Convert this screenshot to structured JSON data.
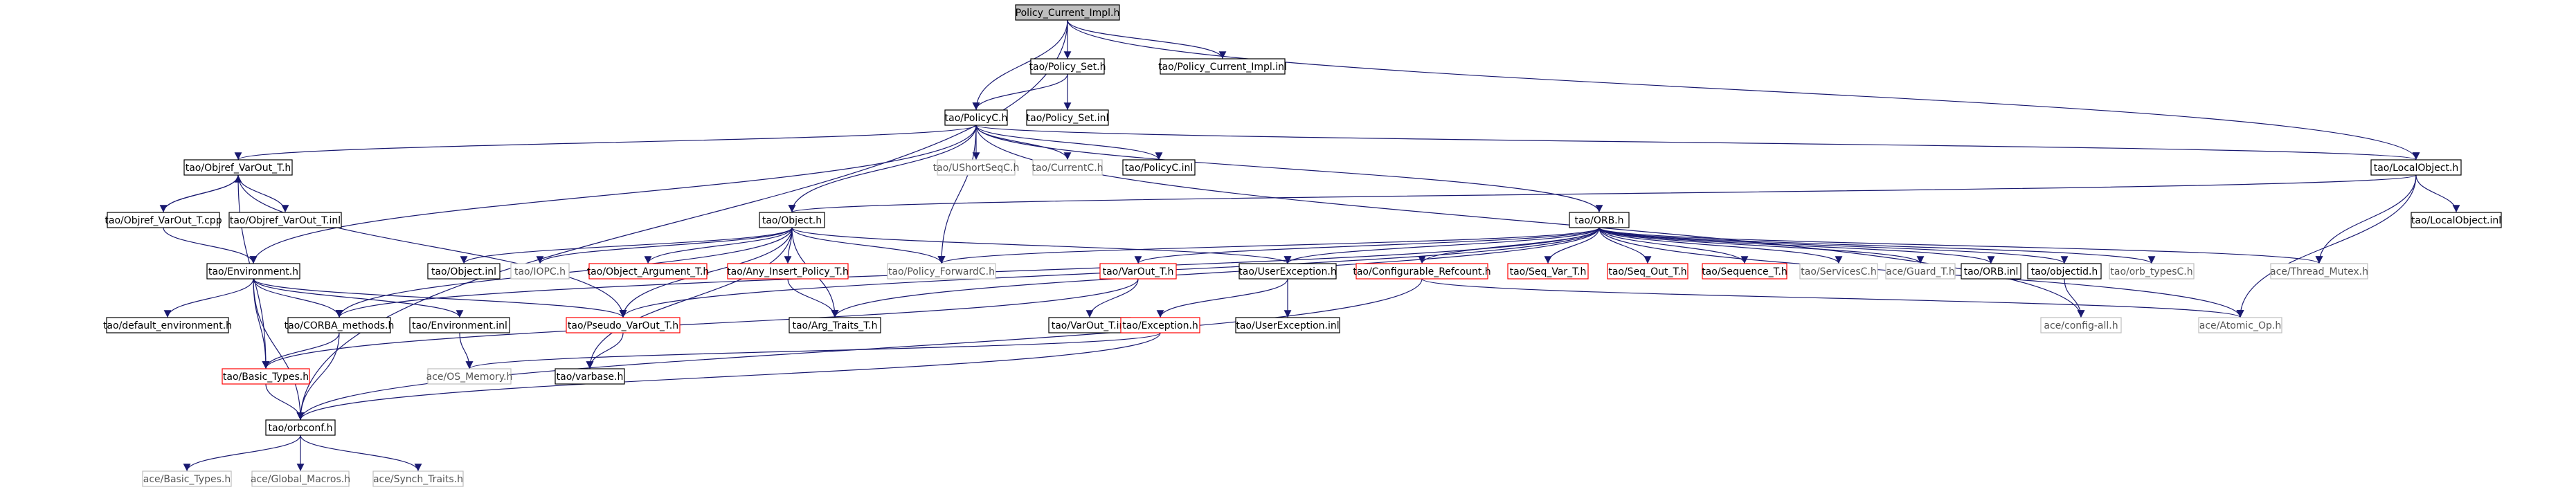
{
  "diagram": {
    "title": "",
    "colors": {
      "edge": "#191970",
      "edge_light": "#9a9ab0",
      "node_border": "#000000",
      "node_missing_border": "#bfbfbf",
      "node_red_border": "#ff0000",
      "root_fill": "#bfbfbf",
      "node_fill": "#ffffff",
      "text": "#000000",
      "text_muted": "#555555"
    },
    "nodes": [
      {
        "id": "policy_current_impl_h",
        "label": "Policy_Current_Impl.h",
        "style": "root"
      },
      {
        "id": "tao_policy_set_h",
        "label": "tao/Policy_Set.h",
        "style": "normal"
      },
      {
        "id": "tao_policy_current_impl_inl",
        "label": "tao/Policy_Current_Impl.inl",
        "style": "normal"
      },
      {
        "id": "tao_policyc_h",
        "label": "tao/PolicyC.h",
        "style": "normal"
      },
      {
        "id": "tao_policy_set_inl",
        "label": "tao/Policy_Set.inl",
        "style": "normal"
      },
      {
        "id": "tao_objref_varout_t_h",
        "label": "tao/Objref_VarOut_T.h",
        "style": "normal"
      },
      {
        "id": "tao_ushortseqc_h",
        "label": "tao/UShortSeqC.h",
        "style": "missing"
      },
      {
        "id": "tao_currentc_h",
        "label": "tao/CurrentC.h",
        "style": "missing"
      },
      {
        "id": "tao_policyc_inl",
        "label": "tao/PolicyC.inl",
        "style": "normal"
      },
      {
        "id": "tao_localobject_h",
        "label": "tao/LocalObject.h",
        "style": "normal"
      },
      {
        "id": "tao_objref_varout_t_cpp",
        "label": "tao/Objref_VarOut_T.cpp",
        "style": "normal"
      },
      {
        "id": "tao_objref_varout_t_inl",
        "label": "tao/Objref_VarOut_T.inl",
        "style": "normal"
      },
      {
        "id": "tao_object_h",
        "label": "tao/Object.h",
        "style": "normal"
      },
      {
        "id": "tao_orb_h",
        "label": "tao/ORB.h",
        "style": "normal"
      },
      {
        "id": "tao_localobject_inl",
        "label": "tao/LocalObject.inl",
        "style": "normal"
      },
      {
        "id": "tao_environment_h",
        "label": "tao/Environment.h",
        "style": "normal"
      },
      {
        "id": "tao_object_inl",
        "label": "tao/Object.inl",
        "style": "normal"
      },
      {
        "id": "tao_iopc_h",
        "label": "tao/IOPC.h",
        "style": "missing"
      },
      {
        "id": "tao_object_argument_t_h",
        "label": "tao/Object_Argument_T.h",
        "style": "red"
      },
      {
        "id": "tao_any_insert_policy_t_h",
        "label": "tao/Any_Insert_Policy_T.h",
        "style": "red"
      },
      {
        "id": "tao_policy_forwardc_h",
        "label": "tao/Policy_ForwardC.h",
        "style": "missing"
      },
      {
        "id": "tao_varout_t_h",
        "label": "tao/VarOut_T.h",
        "style": "red"
      },
      {
        "id": "tao_userexception_h",
        "label": "tao/UserException.h",
        "style": "normal"
      },
      {
        "id": "tao_configurable_refcount_h",
        "label": "tao/Configurable_Refcount.h",
        "style": "red"
      },
      {
        "id": "tao_seq_var_t_h",
        "label": "tao/Seq_Var_T.h",
        "style": "red"
      },
      {
        "id": "tao_seq_out_t_h",
        "label": "tao/Seq_Out_T.h",
        "style": "red"
      },
      {
        "id": "tao_sequence_t_h",
        "label": "tao/Sequence_T.h",
        "style": "red"
      },
      {
        "id": "tao_servicesc_h",
        "label": "tao/ServicesC.h",
        "style": "missing"
      },
      {
        "id": "ace_guard_t_h",
        "label": "ace/Guard_T.h",
        "style": "missing"
      },
      {
        "id": "tao_orb_inl",
        "label": "tao/ORB.inl",
        "style": "normal"
      },
      {
        "id": "tao_objectid_h",
        "label": "tao/objectid.h",
        "style": "normal"
      },
      {
        "id": "tao_orb_typesc_h",
        "label": "tao/orb_typesC.h",
        "style": "missing"
      },
      {
        "id": "ace_thread_mutex_h",
        "label": "ace/Thread_Mutex.h",
        "style": "missing"
      },
      {
        "id": "tao_default_environment_h",
        "label": "tao/default_environment.h",
        "style": "normal"
      },
      {
        "id": "tao_corba_methods_h",
        "label": "tao/CORBA_methods.h",
        "style": "normal"
      },
      {
        "id": "tao_environment_inl",
        "label": "tao/Environment.inl",
        "style": "normal"
      },
      {
        "id": "tao_pseudo_varout_t_h",
        "label": "tao/Pseudo_VarOut_T.h",
        "style": "red"
      },
      {
        "id": "tao_arg_traits_t_h",
        "label": "tao/Arg_Traits_T.h",
        "style": "normal"
      },
      {
        "id": "tao_varout_t_inl",
        "label": "tao/VarOut_T.inl",
        "style": "normal"
      },
      {
        "id": "tao_exception_h",
        "label": "tao/Exception.h",
        "style": "red"
      },
      {
        "id": "tao_userexception_inl",
        "label": "tao/UserException.inl",
        "style": "normal"
      },
      {
        "id": "ace_config_all_h",
        "label": "ace/config-all.h",
        "style": "missing"
      },
      {
        "id": "ace_atomic_op_h",
        "label": "ace/Atomic_Op.h",
        "style": "missing"
      },
      {
        "id": "tao_basic_types_h",
        "label": "tao/Basic_Types.h",
        "style": "red"
      },
      {
        "id": "ace_os_memory_h",
        "label": "ace/OS_Memory.h",
        "style": "missing"
      },
      {
        "id": "tao_varbase_h",
        "label": "tao/varbase.h",
        "style": "normal"
      },
      {
        "id": "tao_orbconf_h",
        "label": "tao/orbconf.h",
        "style": "normal"
      },
      {
        "id": "ace_basic_types_h",
        "label": "ace/Basic_Types.h",
        "style": "missing"
      },
      {
        "id": "ace_global_macros_h",
        "label": "ace/Global_Macros.h",
        "style": "missing"
      },
      {
        "id": "ace_synch_traits_h",
        "label": "ace/Synch_Traits.h",
        "style": "missing"
      }
    ],
    "edges": [
      [
        "policy_current_impl_h",
        "tao_policy_set_h"
      ],
      [
        "policy_current_impl_h",
        "tao_policy_current_impl_inl"
      ],
      [
        "policy_current_impl_h",
        "tao_policyc_h"
      ],
      [
        "policy_current_impl_h",
        "tao_localobject_h"
      ],
      [
        "policy_current_impl_h",
        "tao_orbconf_h"
      ],
      [
        "tao_policy_set_h",
        "tao_policyc_h"
      ],
      [
        "tao_policy_set_h",
        "tao_policy_set_inl"
      ],
      [
        "tao_policyc_h",
        "tao_objref_varout_t_h"
      ],
      [
        "tao_policyc_h",
        "tao_ushortseqc_h"
      ],
      [
        "tao_policyc_h",
        "tao_currentc_h"
      ],
      [
        "tao_policyc_h",
        "tao_policyc_inl"
      ],
      [
        "tao_policyc_h",
        "tao_object_h"
      ],
      [
        "tao_policyc_h",
        "tao_orb_h"
      ],
      [
        "tao_policyc_h",
        "tao_environment_h"
      ],
      [
        "tao_policyc_h",
        "tao_policy_forwardc_h"
      ],
      [
        "tao_policyc_h",
        "tao_localobject_h"
      ],
      [
        "tao_policyc_h",
        "ace_config_all_h"
      ],
      [
        "tao_objref_varout_t_h",
        "tao_objref_varout_t_cpp"
      ],
      [
        "tao_objref_varout_t_h",
        "tao_objref_varout_t_inl"
      ],
      [
        "tao_objref_varout_t_h",
        "tao_basic_types_h"
      ],
      [
        "tao_objref_varout_t_h",
        "tao_pseudo_varout_t_h"
      ],
      [
        "tao_objref_varout_t_cpp",
        "tao_objref_varout_t_h"
      ],
      [
        "tao_objref_varout_t_cpp",
        "tao_environment_h"
      ],
      [
        "tao_localobject_h",
        "tao_object_h"
      ],
      [
        "tao_localobject_h",
        "tao_localobject_inl"
      ],
      [
        "tao_localobject_h",
        "ace_thread_mutex_h"
      ],
      [
        "tao_localobject_h",
        "ace_atomic_op_h"
      ],
      [
        "tao_object_h",
        "tao_object_inl"
      ],
      [
        "tao_object_h",
        "tao_iopc_h"
      ],
      [
        "tao_object_h",
        "tao_object_argument_t_h"
      ],
      [
        "tao_object_h",
        "tao_any_insert_policy_t_h"
      ],
      [
        "tao_object_h",
        "tao_policy_forwardc_h"
      ],
      [
        "tao_object_h",
        "tao_corba_methods_h"
      ],
      [
        "tao_object_h",
        "tao_pseudo_varout_t_h"
      ],
      [
        "tao_object_h",
        "tao_arg_traits_t_h"
      ],
      [
        "tao_object_h",
        "tao_userexception_h"
      ],
      [
        "tao_object_h",
        "tao_varbase_h"
      ],
      [
        "tao_any_insert_policy_t_h",
        "tao_arg_traits_t_h"
      ],
      [
        "tao_orb_h",
        "tao_userexception_h"
      ],
      [
        "tao_orb_h",
        "tao_varout_t_h"
      ],
      [
        "tao_orb_h",
        "tao_configurable_refcount_h"
      ],
      [
        "tao_orb_h",
        "tao_seq_var_t_h"
      ],
      [
        "tao_orb_h",
        "tao_seq_out_t_h"
      ],
      [
        "tao_orb_h",
        "tao_sequence_t_h"
      ],
      [
        "tao_orb_h",
        "tao_servicesc_h"
      ],
      [
        "tao_orb_h",
        "ace_guard_t_h"
      ],
      [
        "tao_orb_h",
        "tao_orb_inl"
      ],
      [
        "tao_orb_h",
        "tao_objectid_h"
      ],
      [
        "tao_orb_h",
        "tao_orb_typesc_h"
      ],
      [
        "tao_orb_h",
        "ace_thread_mutex_h"
      ],
      [
        "tao_orb_h",
        "tao_policy_forwardc_h"
      ],
      [
        "tao_orb_h",
        "tao_corba_methods_h"
      ],
      [
        "tao_orb_h",
        "tao_pseudo_varout_t_h"
      ],
      [
        "tao_orb_h",
        "tao_arg_traits_t_h"
      ],
      [
        "tao_orb_h",
        "ace_atomic_op_h"
      ],
      [
        "tao_environment_h",
        "tao_default_environment_h"
      ],
      [
        "tao_environment_h",
        "tao_corba_methods_h"
      ],
      [
        "tao_environment_h",
        "tao_environment_inl"
      ],
      [
        "tao_environment_h",
        "tao_pseudo_varout_t_h"
      ],
      [
        "tao_environment_h",
        "tao_basic_types_h"
      ],
      [
        "tao_environment_h",
        "tao_orbconf_h"
      ],
      [
        "tao_varout_t_h",
        "tao_varout_t_inl"
      ],
      [
        "tao_varout_t_h",
        "tao_basic_types_h"
      ],
      [
        "tao_userexception_h",
        "tao_exception_h"
      ],
      [
        "tao_userexception_h",
        "tao_userexception_inl"
      ],
      [
        "tao_configurable_refcount_h",
        "ace_atomic_op_h"
      ],
      [
        "tao_configurable_refcount_h",
        "tao_orbconf_h"
      ],
      [
        "tao_objectid_h",
        "ace_config_all_h"
      ],
      [
        "tao_corba_methods_h",
        "tao_basic_types_h"
      ],
      [
        "tao_corba_methods_h",
        "tao_orbconf_h"
      ],
      [
        "tao_environment_inl",
        "ace_os_memory_h"
      ],
      [
        "tao_pseudo_varout_t_h",
        "tao_varbase_h"
      ],
      [
        "tao_exception_h",
        "tao_orbconf_h"
      ],
      [
        "tao_exception_h",
        "ace_os_memory_h"
      ],
      [
        "tao_basic_types_h",
        "tao_orbconf_h"
      ],
      [
        "tao_orbconf_h",
        "ace_basic_types_h"
      ],
      [
        "tao_orbconf_h",
        "ace_global_macros_h"
      ],
      [
        "tao_orbconf_h",
        "ace_synch_traits_h"
      ]
    ]
  }
}
